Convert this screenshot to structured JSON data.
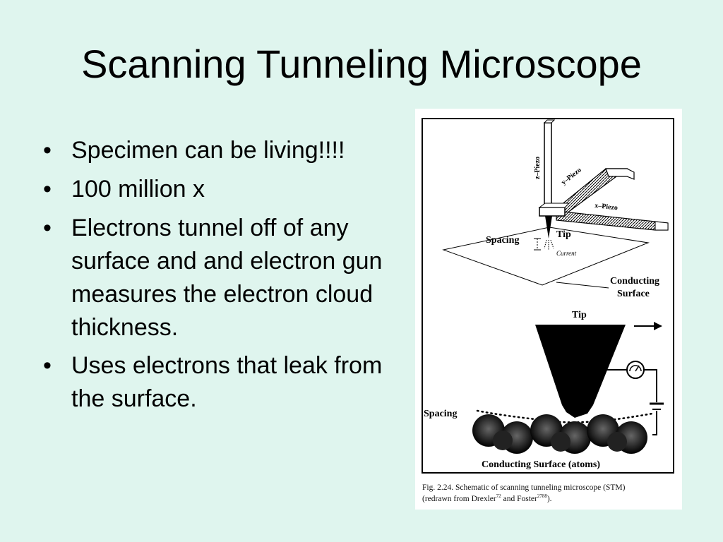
{
  "slide": {
    "title": "Scanning Tunneling Microscope",
    "bullets": [
      "Specimen can be living!!!!",
      "100 million x",
      "Electrons tunnel off of any surface and and electron gun measures the electron cloud thickness.",
      "Uses electrons that leak from the surface."
    ]
  },
  "figure": {
    "labels": {
      "z_piezo": "z–Piezo",
      "y_piezo": "y–Piezo",
      "x_piezo": "x–Piezo",
      "spacing_top": "Spacing",
      "tip_top": "Tip",
      "current": "Current",
      "conducting": "Conducting",
      "surface": "Surface",
      "tip_bottom": "Tip",
      "spacing_bottom": "Spacing",
      "conducting_atoms": "Conducting Surface (atoms)"
    },
    "caption": {
      "line1": "Fig. 2.24. Schematic of scanning tunneling microscope (STM)",
      "line2_a": "(redrawn from Drexler",
      "ref1": "72",
      "line2_b": " and Foster",
      "ref2": "2788",
      "line2_c": ")."
    }
  }
}
